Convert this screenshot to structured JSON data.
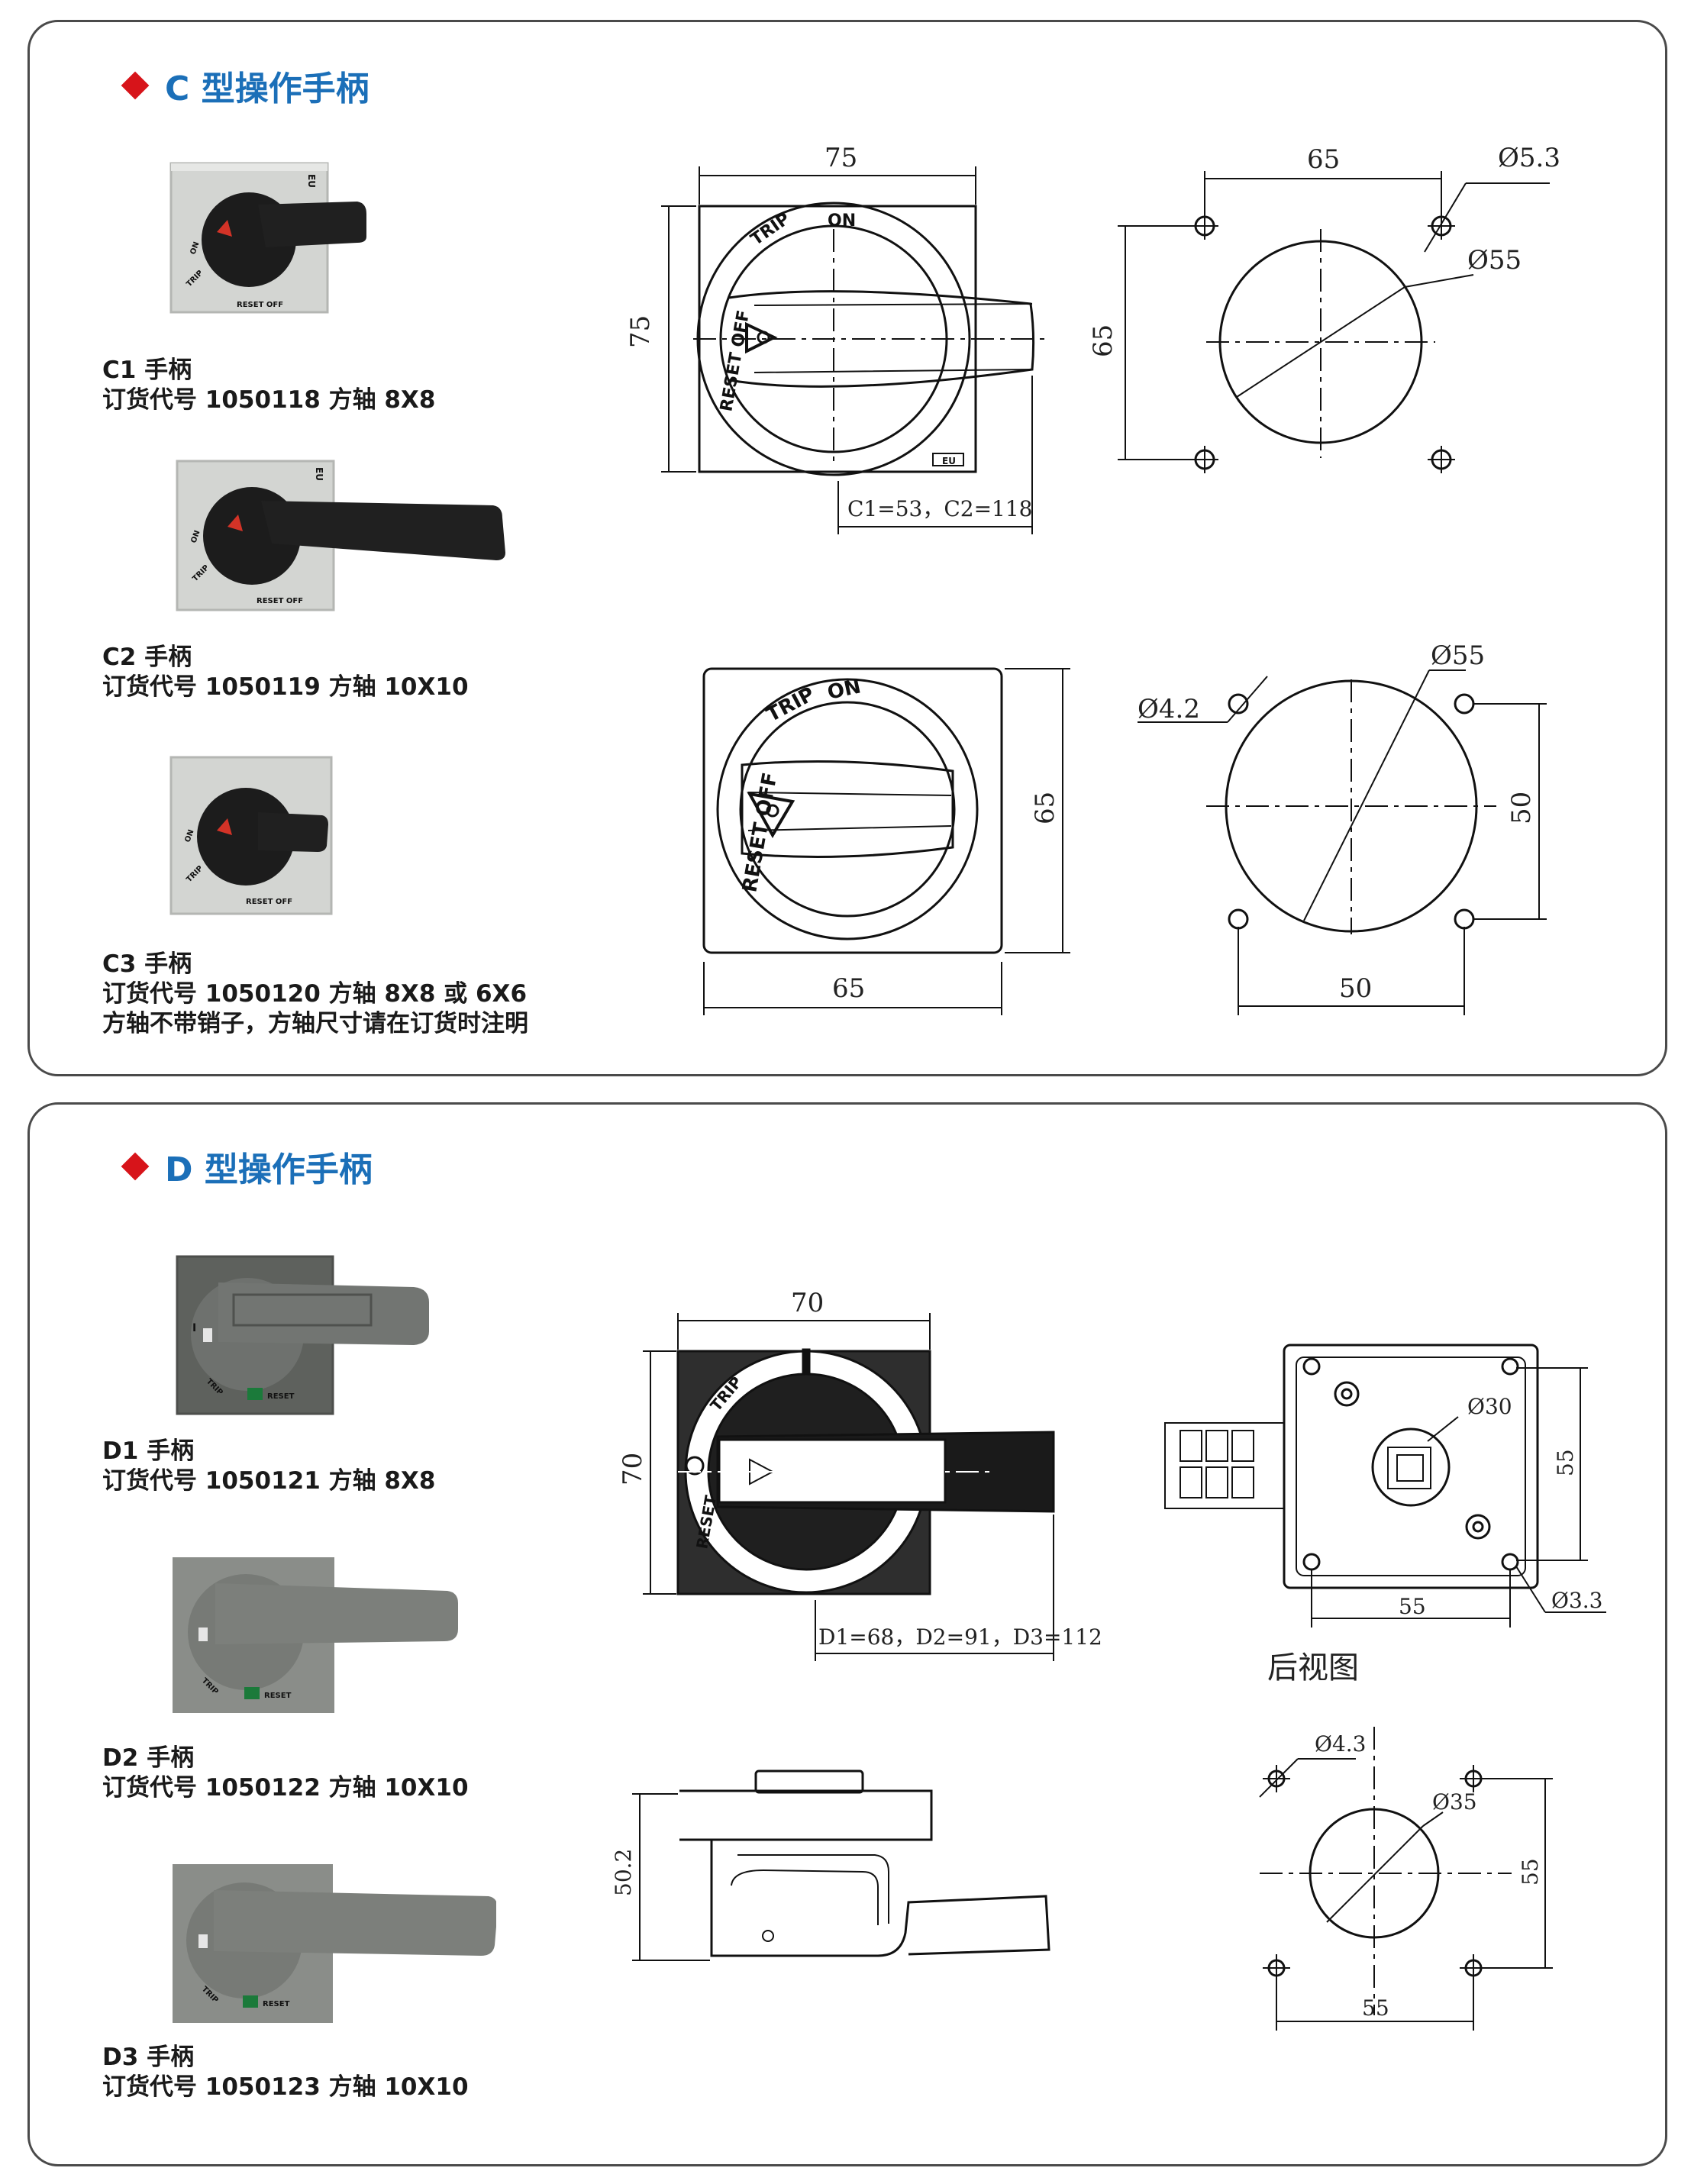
{
  "sections": [
    {
      "id": "c",
      "title": "C 型操作手柄"
    },
    {
      "id": "d",
      "title": "D 型操作手柄"
    }
  ],
  "c_products": [
    {
      "name": "C1 手柄",
      "detail": "订货代号 1050118 方轴 8X8"
    },
    {
      "name": "C2 手柄",
      "detail": "订货代号 1050119 方轴 10X10"
    },
    {
      "name": "C3 手柄",
      "detail": "订货代号 1050120 方轴 8X8 或 6X6",
      "note": "方轴不带销子，方轴尺寸请在订货时注明"
    }
  ],
  "d_products": [
    {
      "name": "D1 手柄",
      "detail": "订货代号 1050121 方轴 8X8"
    },
    {
      "name": "D2 手柄",
      "detail": "订货代号 1050122 方轴 10X10"
    },
    {
      "name": "D3 手柄",
      "detail": "订货代号 1050123 方轴 10X10"
    }
  ],
  "photo_labels": {
    "on": "ON",
    "trip": "TRIP",
    "reset_off": "RESET OFF",
    "eu": "EU",
    "reset": "RESET",
    "mark_i": "I"
  },
  "c_drawing": {
    "front_width": "75",
    "front_height": "75",
    "handle_length": "C1=53，C2=118",
    "trip": "TRIP",
    "on": "ON",
    "reset_off": "RESET OFF",
    "eu": "EU",
    "cutout_pitch_x": "65",
    "cutout_pitch_y": "65",
    "cutout_hole": "Ø5.3",
    "cutout_circle": "Ø55",
    "small_width": "65",
    "small_height": "65",
    "small_cutout_pitch_x": "50",
    "small_cutout_pitch_y": "50",
    "small_cutout_hole": "Ø4.2",
    "small_cutout_circle": "Ø55"
  },
  "d_drawing": {
    "front_width": "70",
    "front_height": "70",
    "handle_length": "D1=68，D2=91，D3=112",
    "trip": "TRIP",
    "reset": "RESET",
    "mark_i": "I",
    "rear_hole": "Ø30",
    "rear_pitch_x": "55",
    "rear_pitch_y": "55",
    "rear_mount_hole": "Ø3.3",
    "rear_caption": "后视图",
    "side_height": "50.2",
    "cutout_hole": "Ø4.3",
    "cutout_circle": "Ø35",
    "cutout_pitch_x": "55",
    "cutout_pitch_y": "55"
  },
  "colors": {
    "heading": "#1b6fb8",
    "diamond": "#d7141a",
    "border": "#4a4a4a",
    "handle_black": "#1c1c1c",
    "handle_grey": "#6e716e"
  }
}
